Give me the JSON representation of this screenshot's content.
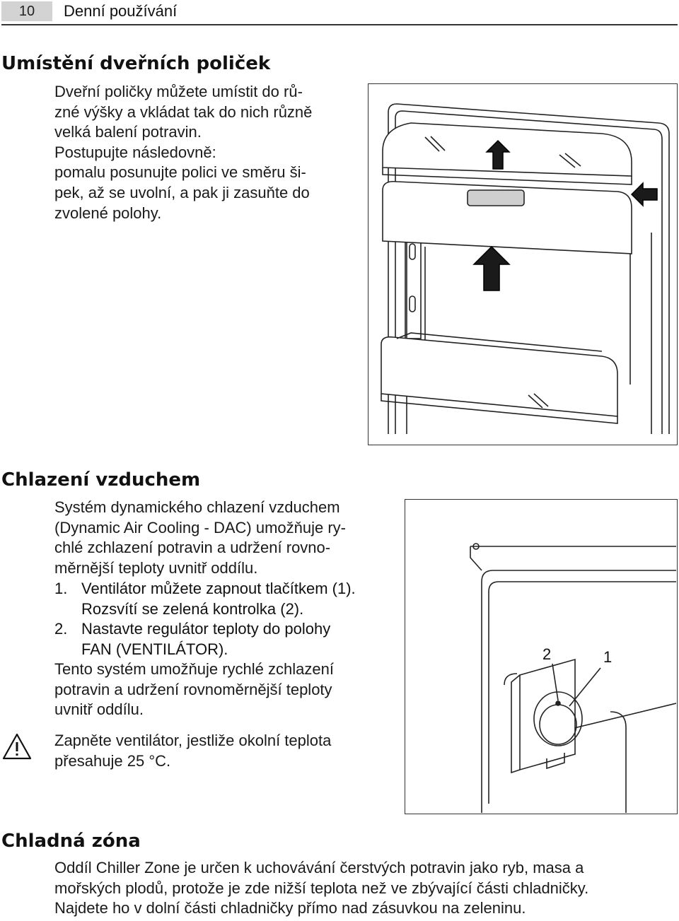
{
  "header": {
    "page_number": "10",
    "title": "Denní používání"
  },
  "section1": {
    "title": "Umístění dveřních poliček",
    "lines": [
      "Dveřní poličky můžete umístit do rů-",
      "zné výšky a vkládat tak do nich různě",
      "velká balení potravin.",
      "Postupujte následovně:",
      "pomalu posunujte polici ve směru ši-",
      "pek, až se uvolní, a pak ji zasuňte do",
      "zvolené polohy."
    ]
  },
  "section2": {
    "title": "Chlazení vzduchem",
    "intro_lines": [
      "Systém dynamického chlazení vzduchem",
      "(Dynamic Air Cooling - DAC) umožňuje ry-",
      "chlé zchlazení potravin a udržení rovno-",
      "měrnější teploty uvnitř oddílu."
    ],
    "steps": [
      {
        "num": "1.",
        "line1": "Ventilátor můžete zapnout tlačítkem (1).",
        "line2": "Rozsvítí se zelená kontrolka (2)."
      },
      {
        "num": "2.",
        "line1": "Nastavte regulátor teploty do polohy",
        "line2": "FAN (VENTILÁTOR)."
      }
    ],
    "summary_lines": [
      "Tento systém umožňuje rychlé zchlazení",
      "potravin a udržení rovnoměrnější teploty",
      "uvnitř oddílu."
    ],
    "warning_lines": [
      "Zapněte ventilátor, jestliže okolní teplota",
      "přesahuje 25 °C."
    ],
    "figure_labels": {
      "label_2": "2",
      "label_1": "1"
    }
  },
  "section3": {
    "title": "Chladná zóna",
    "lines": [
      "Oddíl Chiller Zone je určen k uchovávání čerstvých potravin jako ryb, masa a",
      "mořských plodů, protože je zde nižší teplota než ve zbývající části chladničky.",
      "Najdete ho v dolní části chladničky přímo nad zásuvkou na zeleninu."
    ]
  },
  "icons": {
    "warning": "warning-triangle-icon",
    "arrow": "arrow-up-icon"
  },
  "colors": {
    "header_box": "#d3d3d3",
    "ink": "#111111",
    "arrow_fill": "#1a1a1a"
  }
}
